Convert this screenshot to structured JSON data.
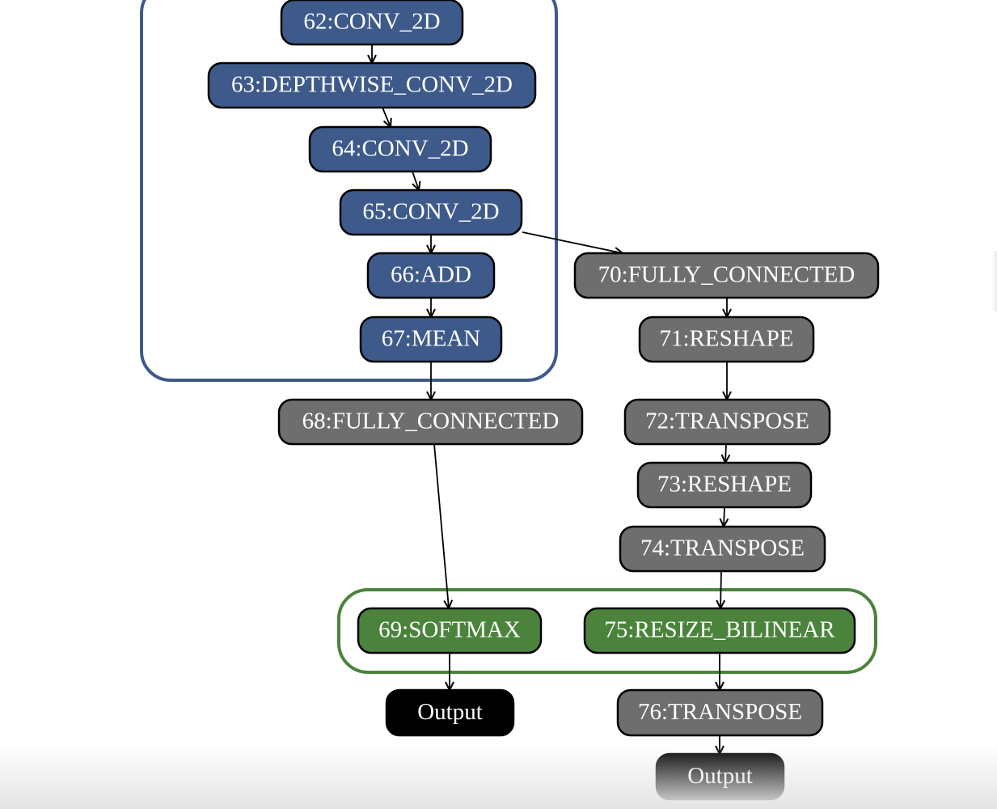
{
  "colors": {
    "blue": "#3e5a8a",
    "gray": "#6e6e6e",
    "green": "#4b833c",
    "output": "#000000",
    "cluster_blue": "#3e5a8a",
    "cluster_green": "#4b833c"
  },
  "clusters": [
    {
      "id": "cluster-blue",
      "color_key": "cluster_blue"
    },
    {
      "id": "cluster-green",
      "color_key": "cluster_green"
    }
  ],
  "nodes": [
    {
      "id": "n62",
      "label": "62:CONV_2D",
      "kind": "blue"
    },
    {
      "id": "n63",
      "label": "63:DEPTHWISE_CONV_2D",
      "kind": "blue"
    },
    {
      "id": "n64",
      "label": "64:CONV_2D",
      "kind": "blue"
    },
    {
      "id": "n65",
      "label": "65:CONV_2D",
      "kind": "blue"
    },
    {
      "id": "n66",
      "label": "66:ADD",
      "kind": "blue"
    },
    {
      "id": "n67",
      "label": "67:MEAN",
      "kind": "blue"
    },
    {
      "id": "n68",
      "label": "68:FULLY_CONNECTED",
      "kind": "gray"
    },
    {
      "id": "n70",
      "label": "70:FULLY_CONNECTED",
      "kind": "gray"
    },
    {
      "id": "n71",
      "label": "71:RESHAPE",
      "kind": "gray"
    },
    {
      "id": "n72",
      "label": "72:TRANSPOSE",
      "kind": "gray"
    },
    {
      "id": "n73",
      "label": "73:RESHAPE",
      "kind": "gray"
    },
    {
      "id": "n74",
      "label": "74:TRANSPOSE",
      "kind": "gray"
    },
    {
      "id": "n69",
      "label": "69:SOFTMAX",
      "kind": "green"
    },
    {
      "id": "n75",
      "label": "75:RESIZE_BILINEAR",
      "kind": "green"
    },
    {
      "id": "out1",
      "label": "Output",
      "kind": "output"
    },
    {
      "id": "n76",
      "label": "76:TRANSPOSE",
      "kind": "gray"
    },
    {
      "id": "out2",
      "label": "Output",
      "kind": "output"
    }
  ],
  "edges": [
    {
      "from": "n62",
      "to": "n63"
    },
    {
      "from": "n63",
      "to": "n64"
    },
    {
      "from": "n64",
      "to": "n65"
    },
    {
      "from": "n65",
      "to": "n66"
    },
    {
      "from": "n65",
      "to": "n70"
    },
    {
      "from": "n66",
      "to": "n67"
    },
    {
      "from": "n67",
      "to": "n68"
    },
    {
      "from": "n68",
      "to": "n69"
    },
    {
      "from": "n70",
      "to": "n71"
    },
    {
      "from": "n71",
      "to": "n72"
    },
    {
      "from": "n72",
      "to": "n73"
    },
    {
      "from": "n73",
      "to": "n74"
    },
    {
      "from": "n74",
      "to": "n75"
    },
    {
      "from": "n69",
      "to": "out1"
    },
    {
      "from": "n75",
      "to": "n76"
    },
    {
      "from": "n76",
      "to": "out2"
    }
  ]
}
